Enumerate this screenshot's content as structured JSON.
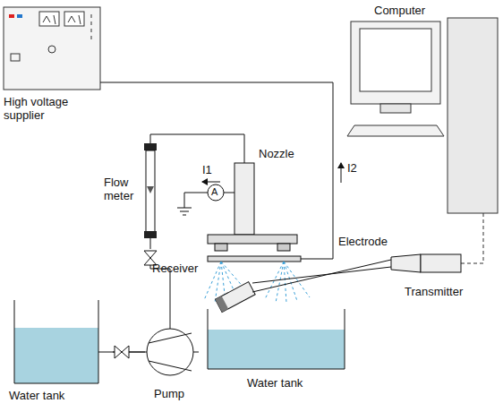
{
  "diagram": {
    "labels": [
      "Computer",
      "High voltage supplier",
      "Nozzle",
      "I1",
      "I2",
      "Flow meter",
      "Electrode",
      "Receiver",
      "Transmitter",
      "A",
      "Water tank",
      "Pump",
      "Water tank"
    ]
  }
}
